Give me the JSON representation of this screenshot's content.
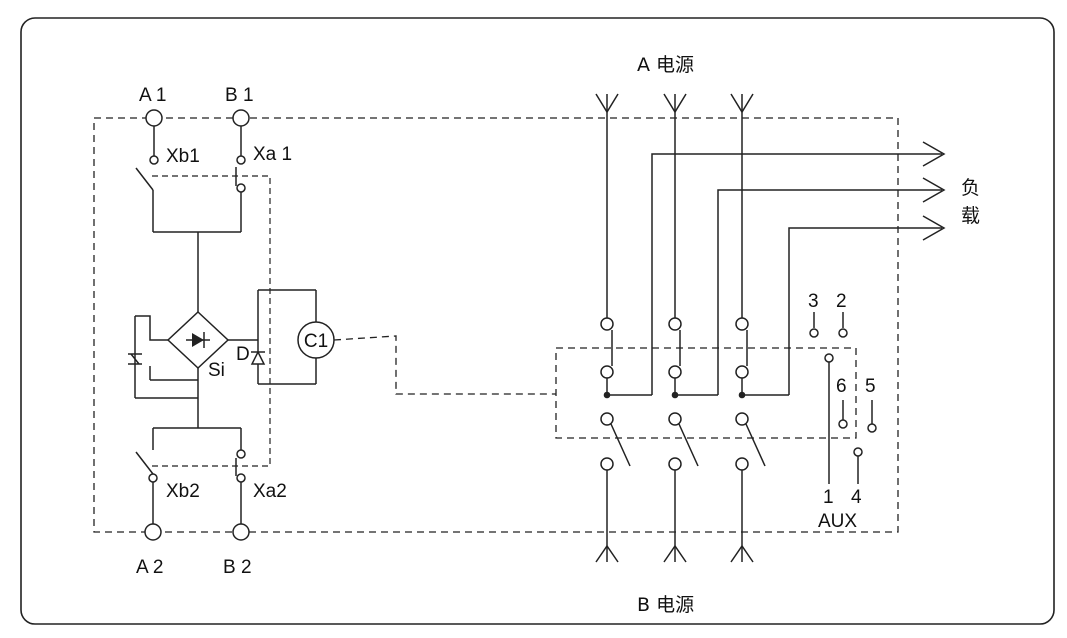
{
  "terminals": {
    "a1": "A 1",
    "b1": "B 1",
    "a2": "A 2",
    "b2": "B 2"
  },
  "contacts": {
    "xb1": "Xb1",
    "xa1": "Xa 1",
    "xb2": "Xb2",
    "xa2": "Xa2"
  },
  "components": {
    "si": "Si",
    "d": "D",
    "c1": "C1"
  },
  "power": {
    "a_source": "A 电源",
    "b_source": "B 电源"
  },
  "load": {
    "line1": "负",
    "line2": "载"
  },
  "aux": {
    "label": "AUX",
    "pin1": "1",
    "pin2": "2",
    "pin3": "3",
    "pin4": "4",
    "pin5": "5",
    "pin6": "6"
  }
}
